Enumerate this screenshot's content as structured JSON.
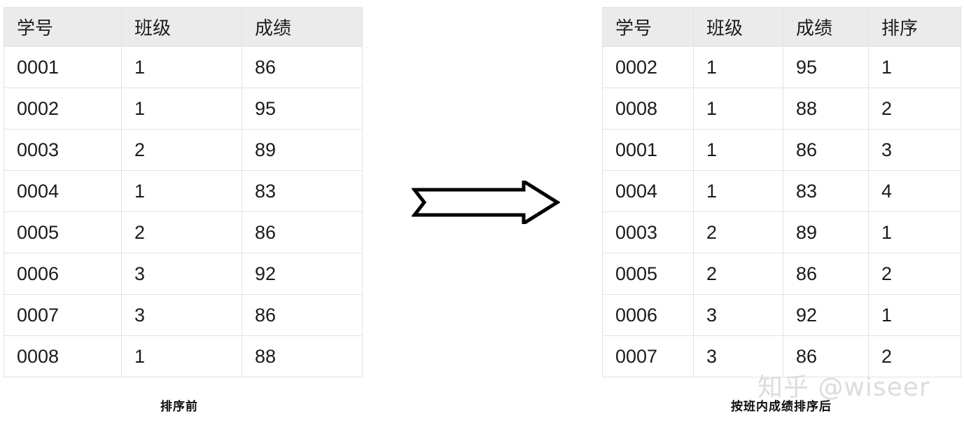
{
  "figure": {
    "watermark": "知乎 @wiseer",
    "arrow_icon": "right-block-arrow-icon",
    "colors": {
      "header_background": "#ebebeb",
      "border": "#e2e2e2",
      "text": "#1b1b1b",
      "watermark": "#dcdcdc",
      "page_background": "#ffffff"
    }
  },
  "left_table": {
    "caption": "排序前",
    "columns": [
      "学号",
      "班级",
      "成绩"
    ],
    "rows": [
      [
        "0001",
        "1",
        "86"
      ],
      [
        "0002",
        "1",
        "95"
      ],
      [
        "0003",
        "2",
        "89"
      ],
      [
        "0004",
        "1",
        "83"
      ],
      [
        "0005",
        "2",
        "86"
      ],
      [
        "0006",
        "3",
        "92"
      ],
      [
        "0007",
        "3",
        "86"
      ],
      [
        "0008",
        "1",
        "88"
      ]
    ]
  },
  "right_table": {
    "caption": "按班内成绩排序后",
    "columns": [
      "学号",
      "班级",
      "成绩",
      "排序"
    ],
    "rows": [
      [
        "0002",
        "1",
        "95",
        "1"
      ],
      [
        "0008",
        "1",
        "88",
        "2"
      ],
      [
        "0001",
        "1",
        "86",
        "3"
      ],
      [
        "0004",
        "1",
        "83",
        "4"
      ],
      [
        "0003",
        "2",
        "89",
        "1"
      ],
      [
        "0005",
        "2",
        "86",
        "2"
      ],
      [
        "0006",
        "3",
        "92",
        "1"
      ],
      [
        "0007",
        "3",
        "86",
        "2"
      ]
    ]
  }
}
